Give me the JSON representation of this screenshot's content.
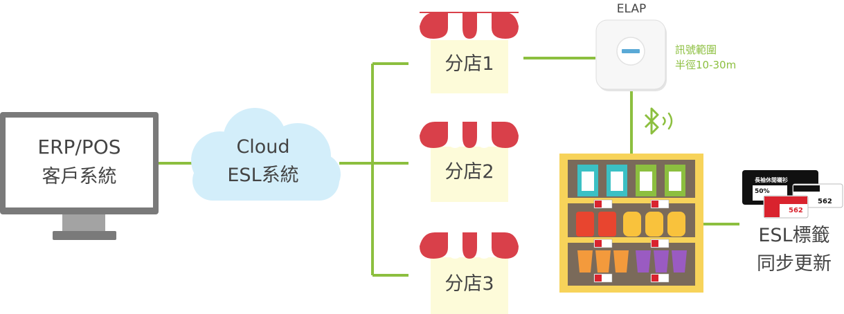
{
  "computer": {
    "line1": "ERP/POS",
    "line2": "客戶系統"
  },
  "cloud": {
    "line1": "Cloud",
    "line2": "ESL系統"
  },
  "stores": [
    {
      "label": "分店1"
    },
    {
      "label": "分店2"
    },
    {
      "label": "分店3"
    }
  ],
  "access_point": {
    "title": "ELAP",
    "range_line1": "訊號範圍",
    "range_line2": "半徑10-30m"
  },
  "esl_caption": {
    "line1": "ESL標籤",
    "line2": "同步更新"
  },
  "esl_tags": {
    "header": "長袖休閒襯衫",
    "discount": "50%",
    "price": "562"
  },
  "colors": {
    "connector": "#8cbf3f",
    "cloud_fill": "#d3eefa",
    "awning_red": "#d9404a",
    "store_body": "#fdfbd9",
    "shelf_frame": "#f7d35a",
    "shelf_back": "#7a6a5a",
    "monitor_frame": "#7a7a7a"
  },
  "icons": {
    "bluetooth": "bluetooth-icon",
    "signal": "signal-waves-icon"
  }
}
